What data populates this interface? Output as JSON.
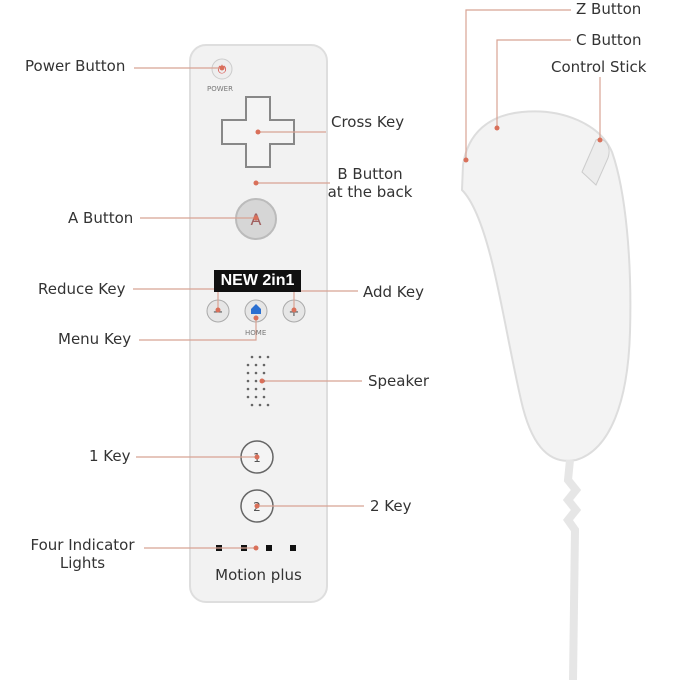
{
  "labels": {
    "power": "Power Button",
    "cross": "Cross Key",
    "b_line1": "B Button",
    "b_line2": "at the back",
    "a": "A Button",
    "reduce": "Reduce Key",
    "add": "Add Key",
    "menu": "Menu Key",
    "speaker": "Speaker",
    "one": "1 Key",
    "two": "2 Key",
    "lights_line1": "Four Indicator",
    "lights_line2": "Lights",
    "z": "Z Button",
    "c": "C Button",
    "stick": "Control Stick"
  },
  "remote": {
    "power_text": "POWER",
    "home_text": "HOME",
    "badge": "NEW 2in1",
    "brand": "Motion plus",
    "a_glyph": "A",
    "minus_glyph": "−",
    "plus_glyph": "+",
    "one_glyph": "1",
    "two_glyph": "2"
  },
  "colors": {
    "leader": "#d8a394",
    "body": "#f1f1f1",
    "accent_red": "#d9534f",
    "home_blue": "#2a6fd1"
  }
}
